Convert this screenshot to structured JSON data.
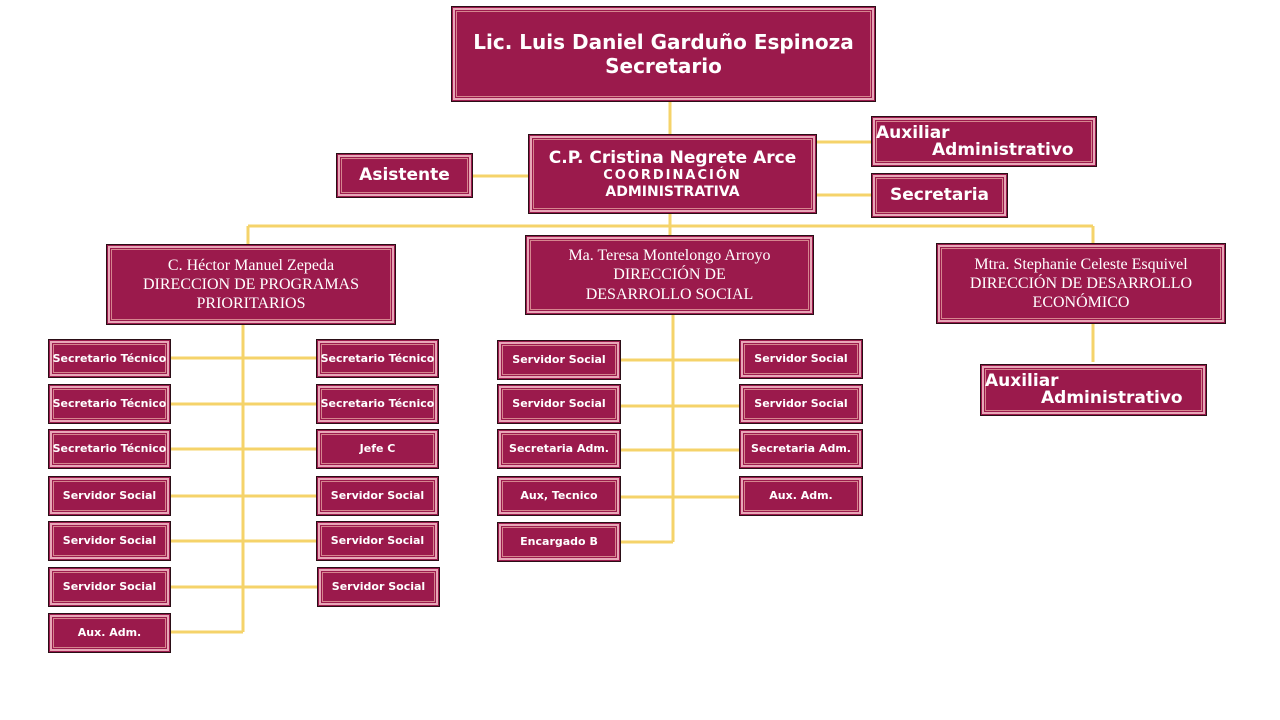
{
  "top": {
    "name": "Lic. Luis Daniel Garduño Espinoza",
    "role": "Secretario"
  },
  "coordination": {
    "name": "C.P. Cristina Negrete  Arce",
    "role_line1": "COORDINACIÓN",
    "role_line2": "ADMINISTRATIVA"
  },
  "assistant": "Asistente",
  "aux_admin_top": {
    "line1": "Auxiliar",
    "line2": "Administrativo"
  },
  "secretary": "Secretaria",
  "directors": [
    {
      "name": "C. Héctor Manuel Zepeda",
      "line2": "DIRECCION DE  PROGRAMAS",
      "line3": "PRIORITARIOS"
    },
    {
      "name": "Ma. Teresa Montelongo  Arroyo",
      "line2": "DIRECCIÓN DE",
      "line3": "DESARROLLO SOCIAL"
    },
    {
      "name": "Mtra. Stephanie Celeste  Esquivel",
      "line2": "DIRECCIÓN DE  DESARROLLO",
      "line3": "ECONÓMICO"
    }
  ],
  "prog_left": [
    "Secretario Técnico",
    "Secretario Técnico",
    "Secretario Técnico",
    "Servidor Social",
    "Servidor Social",
    "Servidor Social",
    "Aux. Adm."
  ],
  "prog_right": [
    "Secretario Técnico",
    "Secretario Técnico",
    "Jefe C",
    "Servidor Social",
    "Servidor Social",
    "Servidor Social"
  ],
  "social_left": [
    "Servidor Social",
    "Servidor Social",
    "Secretaria Adm.",
    "Aux, Tecnico",
    "Encargado B"
  ],
  "social_right": [
    "Servidor Social",
    "Servidor Social",
    "Secretaria Adm.",
    "Aux. Adm."
  ],
  "econ_aux": {
    "line1": "Auxiliar",
    "line2": "Administrativo"
  },
  "colors": {
    "box": "#9b1a4c",
    "line": "#f5d36a"
  }
}
